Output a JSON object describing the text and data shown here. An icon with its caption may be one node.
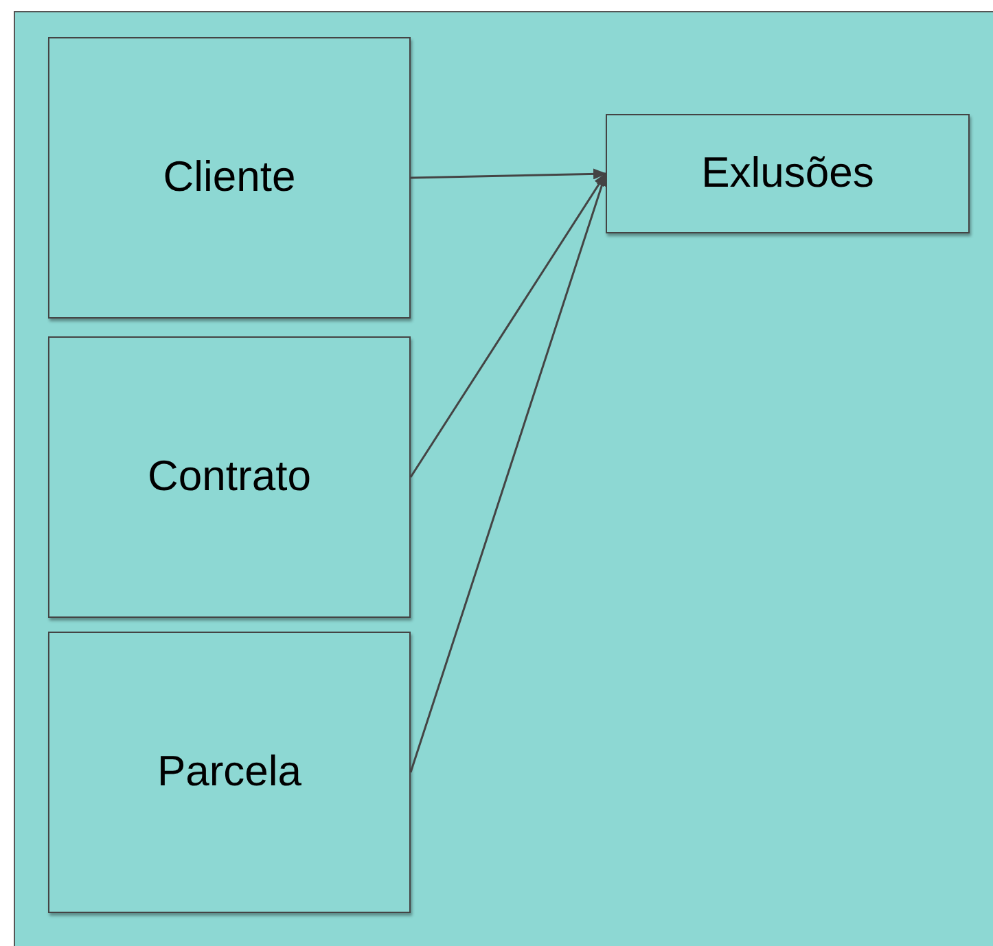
{
  "diagram": {
    "nodes": [
      {
        "text": [
          "Cliente"
        ]
      },
      {
        "text": [
          "Contrato"
        ]
      },
      {
        "text": [
          "Parcela"
        ]
      },
      {
        "text": [
          "Exlusões"
        ]
      }
    ],
    "edges": [
      {
        "from": 0,
        "to": 3,
        "arrow": "to"
      },
      {
        "from": 1,
        "to": 3,
        "arrow": "to"
      },
      {
        "from": 2,
        "to": 3,
        "arrow": "to"
      }
    ]
  }
}
